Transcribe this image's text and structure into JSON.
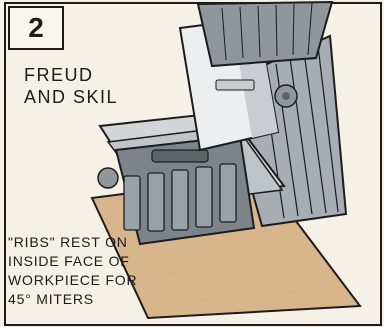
{
  "step": {
    "number": "2"
  },
  "brands": {
    "line1": "FREUD",
    "line2": "AND SKIL"
  },
  "caption": {
    "line1": "\"RIBS\" REST ON",
    "line2": "INSIDE FACE OF",
    "line3": "WORKPIECE FOR",
    "line4": "45° MITERS"
  },
  "colors": {
    "outline": "#1c1c1c",
    "background": "#f6f1e6",
    "workpiece": "#d9b58c",
    "motor_light": "#eceeef",
    "motor_mid": "#c9cdd1",
    "motor_dark": "#8f969c",
    "fence": "#a7adb2",
    "base": "#d2d6d9",
    "ribs": "#7c8489"
  }
}
